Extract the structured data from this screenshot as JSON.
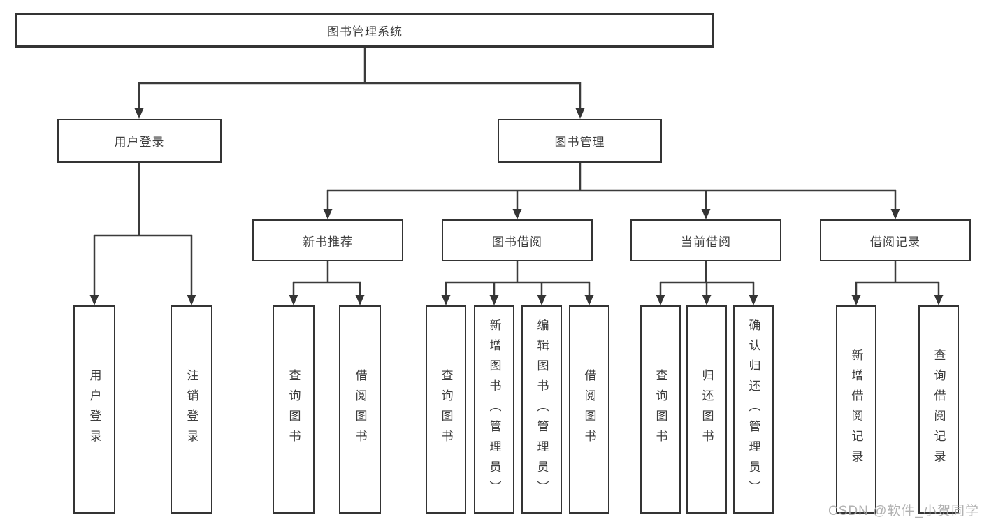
{
  "diagram_type": "hierarchy-tree",
  "tree": {
    "label": "图书管理系统",
    "children": [
      {
        "label": "用户登录",
        "children": [
          {
            "label": "用户登录"
          },
          {
            "label": "注销登录"
          }
        ]
      },
      {
        "label": "图书管理",
        "children": [
          {
            "label": "新书推荐",
            "children": [
              {
                "label": "查询图书"
              },
              {
                "label": "借阅图书"
              }
            ]
          },
          {
            "label": "图书借阅",
            "children": [
              {
                "label": "查询图书"
              },
              {
                "label": "新增图书（管理员）"
              },
              {
                "label": "编辑图书（管理员）"
              },
              {
                "label": "借阅图书"
              }
            ]
          },
          {
            "label": "当前借阅",
            "children": [
              {
                "label": "查询图书"
              },
              {
                "label": "归还图书"
              },
              {
                "label": "确认归还（管理员）"
              }
            ]
          },
          {
            "label": "借阅记录",
            "children": [
              {
                "label": "新增借阅记录"
              },
              {
                "label": "查询借阅记录"
              }
            ]
          }
        ]
      }
    ]
  },
  "watermark": {
    "text": "CSDN @软件_小贺同学"
  },
  "colors": {
    "line": "#3b3b3b",
    "box_border": "#343434",
    "text": "#3d3d3d",
    "watermark": "#a8a8a8",
    "background": "#ffffff"
  }
}
